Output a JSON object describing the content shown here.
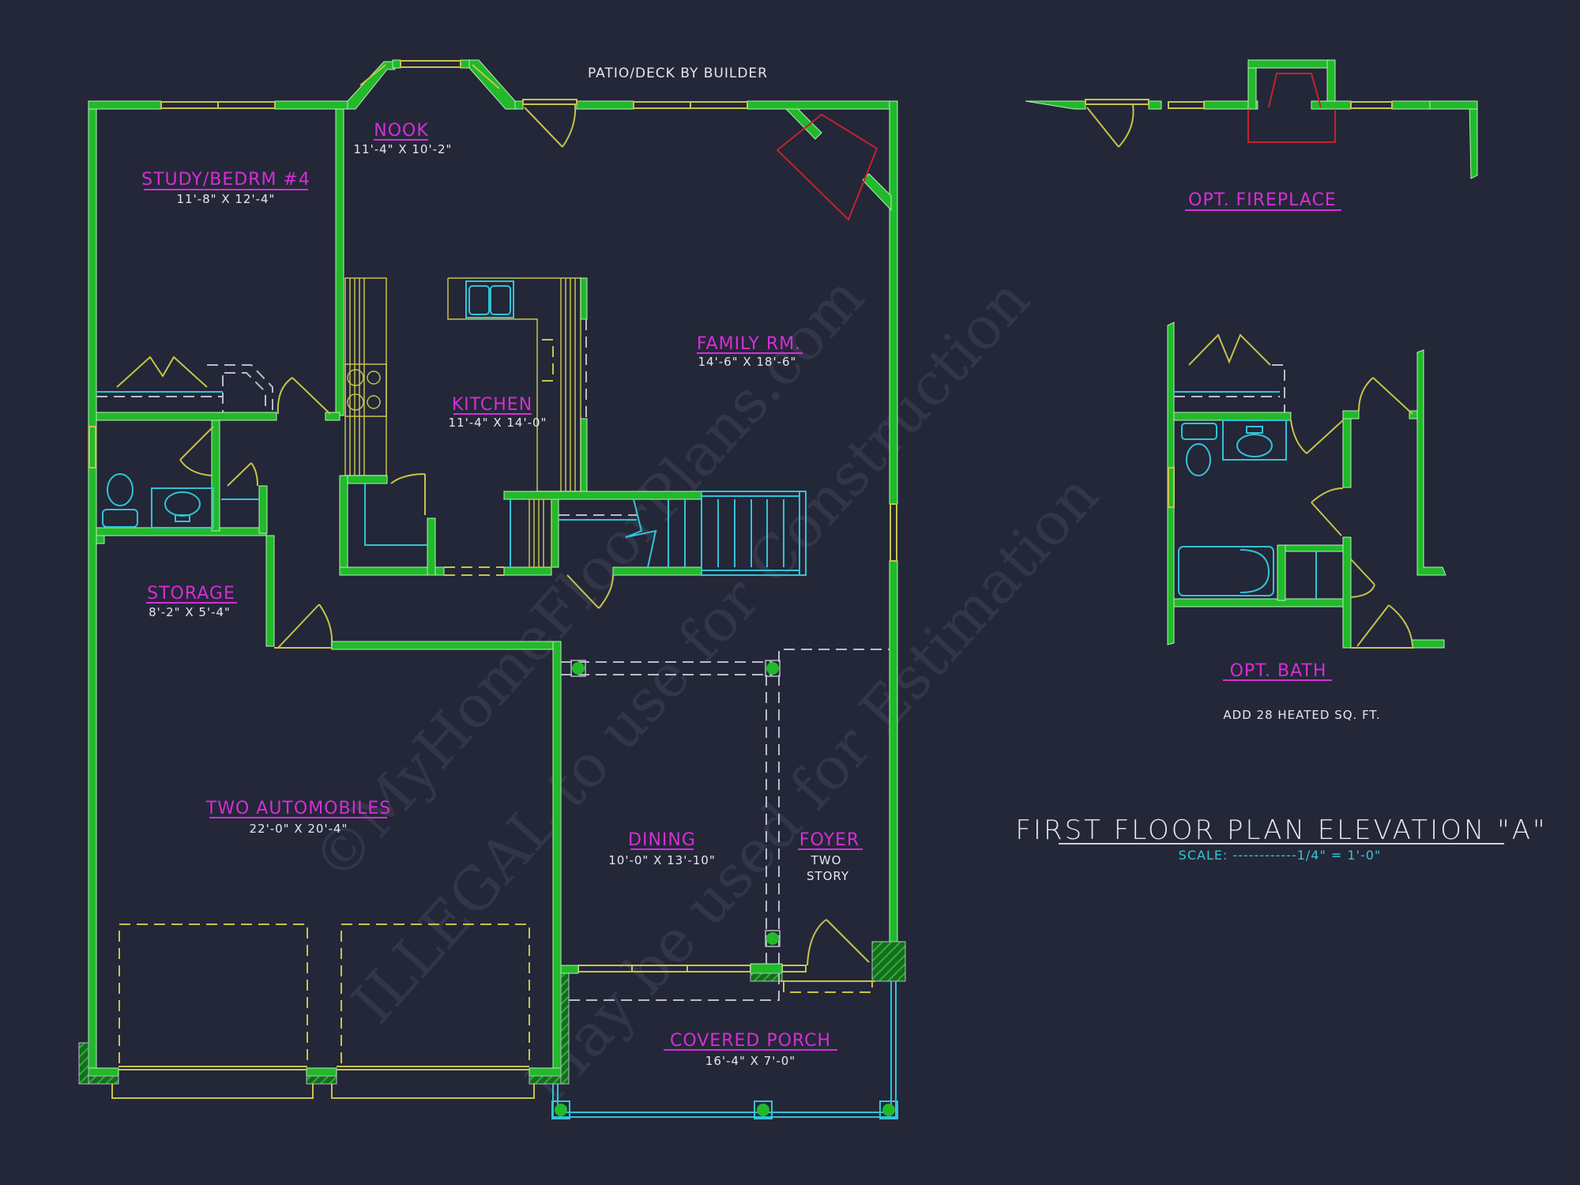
{
  "drawing": {
    "title": "FIRST FLOOR PLAN ELEVATION \"A\"",
    "scale_label": "SCALE: ------------1/4\" = 1'-0\"",
    "top_note": "PATIO/DECK BY BUILDER",
    "colors": {
      "background": "#232738",
      "walls": "#22b92b",
      "room_labels": "#d62ed6",
      "dimensions": "#e6e6ee",
      "doors_windows": "#c9c24a",
      "fixtures": "#33c2d6",
      "fireplace": "#c0242e",
      "scale_text": "#33c7d6"
    }
  },
  "rooms": {
    "study": {
      "name": "STUDY/BEDRM #4",
      "size": "11'-8\" X 12'-4\""
    },
    "nook": {
      "name": "NOOK",
      "size": "11'-4\" X 10'-2\""
    },
    "kitchen": {
      "name": "KITCHEN",
      "size": "11'-4\" X 14'-0\""
    },
    "family": {
      "name": "FAMILY RM.",
      "size": "14'-6\" X 18'-6\""
    },
    "storage": {
      "name": "STORAGE",
      "size": "8'-2\" X 5'-4\""
    },
    "garage": {
      "name": "TWO AUTOMOBILES",
      "size": "22'-0\" X 20'-4\""
    },
    "dining": {
      "name": "DINING",
      "size": "10'-0\" X 13'-10\""
    },
    "foyer": {
      "name": "FOYER",
      "note_line1": "TWO",
      "note_line2": "STORY"
    },
    "porch": {
      "name": "COVERED PORCH",
      "size": "16'-4\" X 7'-0\""
    }
  },
  "options": {
    "fireplace": {
      "name": "OPT. FIREPLACE"
    },
    "bath": {
      "name": "OPT.  BATH",
      "note": "ADD 28 HEATED SQ. FT."
    }
  },
  "watermark": {
    "line1": "©MyHomeFloorPlans.com",
    "line2": "ILLEGAL to use for Construction",
    "line3": "May be used for Estimation"
  }
}
